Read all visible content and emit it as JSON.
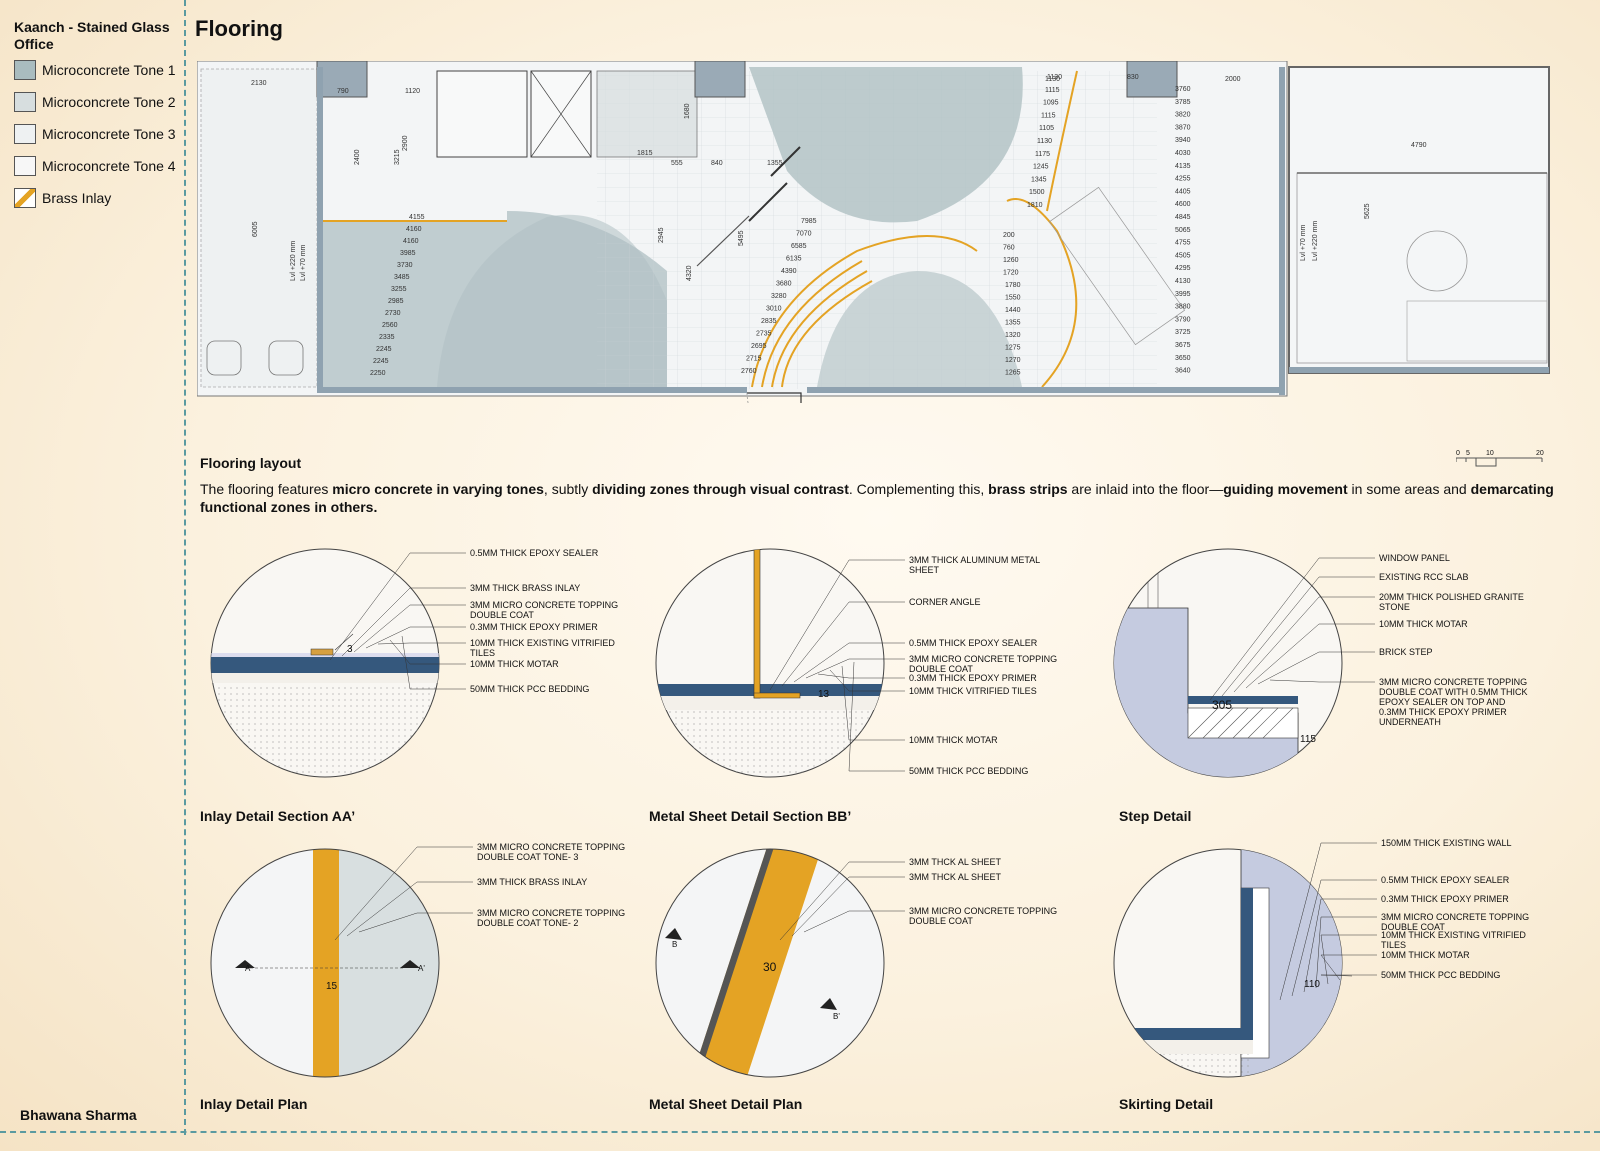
{
  "project": {
    "name": "Kaanch - Stained Glass Office",
    "author": "Bhawana Sharma"
  },
  "sheet_title": "Flooring",
  "legend": [
    {
      "label": "Microconcrete Tone 1",
      "color": "#a9bcbf"
    },
    {
      "label": "Microconcrete Tone 2",
      "color": "#d7dedf"
    },
    {
      "label": "Microconcrete Tone 3",
      "color": "#eef1f2"
    },
    {
      "label": "Microconcrete Tone 4",
      "color": "#f7f7f7"
    },
    {
      "label": "Brass Inlay",
      "color": "#e4a324"
    }
  ],
  "layout": {
    "title": "Flooring layout",
    "desc": [
      {
        "t": "The flooring features ",
        "b": false
      },
      {
        "t": "micro concrete in varying tones",
        "b": true
      },
      {
        "t": ", subtly ",
        "b": false
      },
      {
        "t": "dividing zones through visual contrast",
        "b": true
      },
      {
        "t": ". Complementing this, ",
        "b": false
      },
      {
        "t": "brass strips",
        "b": true
      },
      {
        "t": " are inlaid into the floor—",
        "b": false
      },
      {
        "t": "guiding movement",
        "b": true
      },
      {
        "t": " in some areas and ",
        "b": false
      },
      {
        "t": "demarcating functional zones in others.",
        "b": true
      }
    ],
    "scale_ticks": [
      "0",
      "5",
      "10",
      "20"
    ]
  },
  "plan": {
    "dims_top": [
      "2130",
      "790",
      "1120",
      "1815",
      "555",
      "840",
      "1355",
      "1130",
      "830",
      "2000",
      "4790"
    ],
    "dims_left_column": [
      "4155",
      "4160",
      "4160",
      "3985",
      "3730",
      "3485",
      "3255",
      "2985",
      "2730",
      "2560",
      "2335",
      "2245",
      "2245",
      "2250"
    ],
    "dims_right_column": [
      "3760",
      "3785",
      "3820",
      "3870",
      "3940",
      "4030",
      "4135",
      "4255",
      "4405",
      "4600",
      "4845",
      "5065",
      "4755",
      "4505",
      "4295",
      "4130",
      "3995",
      "3880",
      "3790",
      "3725",
      "3675",
      "3650",
      "3640"
    ],
    "dims_center_column": [
      "1130",
      "1115",
      "1095",
      "1115",
      "1105",
      "1130",
      "1175",
      "1245",
      "1345",
      "1500",
      "1810"
    ],
    "dims_mid_column": [
      "7985",
      "7070",
      "6585",
      "6135",
      "4390",
      "3680",
      "3280",
      "3010",
      "2835",
      "2735",
      "2695",
      "2715",
      "2760"
    ],
    "dims_arc_column": [
      "200",
      "760",
      "1260",
      "1720",
      "1780",
      "1550",
      "1440",
      "1355",
      "1320",
      "1275",
      "1270",
      "1265"
    ],
    "level_labels": [
      "Lvl +220 mm",
      "Lvl +70 mm",
      "Lvl +70 mm",
      "Lvl +220 mm"
    ],
    "room_dims": [
      "6005",
      "2400",
      "3215",
      "2900",
      "5495",
      "4320",
      "2945",
      "1680",
      "5625"
    ]
  },
  "details": [
    {
      "id": "inlay-section",
      "title": "Inlay Detail Section AA’",
      "labels": [
        "0.5MM THICK EPOXY SEALER",
        "3MM THICK BRASS INLAY",
        "3MM MICRO CONCRETE TOPPING\nDOUBLE COAT",
        "0.3MM THICK EPOXY PRIMER",
        "10MM THICK EXISTING VITRIFIED\nTILES",
        "10MM THICK MOTAR",
        "50MM THICK PCC BEDDING"
      ],
      "dims": [
        "3"
      ]
    },
    {
      "id": "metal-section",
      "title": "Metal Sheet Detail Section BB’",
      "labels": [
        "3MM THICK ALUMINUM METAL\nSHEET",
        "CORNER ANGLE",
        "0.5MM THICK EPOXY SEALER",
        "3MM MICRO CONCRETE TOPPING\nDOUBLE COAT",
        "0.3MM THICK EPOXY PRIMER",
        "10MM THICK VITRIFIED TILES",
        "10MM THICK MOTAR",
        "50MM THICK PCC BEDDING"
      ],
      "dims": [
        "13"
      ]
    },
    {
      "id": "step",
      "title": "Step Detail",
      "labels": [
        "WINDOW PANEL",
        "EXISTING RCC SLAB",
        "20MM THICK POLISHED GRANITE\nSTONE",
        "10MM THICK MOTAR",
        "BRICK STEP",
        "3MM MICRO CONCRETE TOPPING\nDOUBLE COAT WITH 0.5MM THICK\nEPOXY SEALER ON TOP AND\n0.3MM THICK EPOXY PRIMER\nUNDERNEATH"
      ],
      "dims": [
        "305",
        "115"
      ]
    },
    {
      "id": "inlay-plan",
      "title": "Inlay Detail Plan",
      "labels": [
        "3MM MICRO CONCRETE TOPPING\nDOUBLE COAT TONE- 3",
        "3MM THICK BRASS INLAY",
        "3MM MICRO CONCRETE TOPPING\nDOUBLE COAT TONE- 2"
      ],
      "dims": [
        "15"
      ],
      "markers": [
        "A",
        "A'"
      ]
    },
    {
      "id": "metal-plan",
      "title": "Metal Sheet Detail Plan",
      "labels": [
        "3MM THCK AL SHEET",
        "3MM THCK AL SHEET",
        "3MM MICRO CONCRETE TOPPING\nDOUBLE COAT"
      ],
      "dims": [
        "30"
      ],
      "markers": [
        "B",
        "B'"
      ]
    },
    {
      "id": "skirting",
      "title": "Skirting Detail",
      "labels": [
        "150MM THICK EXISTING WALL",
        "0.5MM THICK EPOXY SEALER",
        "0.3MM THICK EPOXY PRIMER",
        "3MM MICRO CONCRETE TOPPING\nDOUBLE COAT",
        "10MM THICK EXISTING VITRIFIED\nTILES",
        "10MM THICK MOTAR",
        "50MM THICK PCC BEDDING"
      ],
      "dims": [
        "110"
      ]
    }
  ]
}
